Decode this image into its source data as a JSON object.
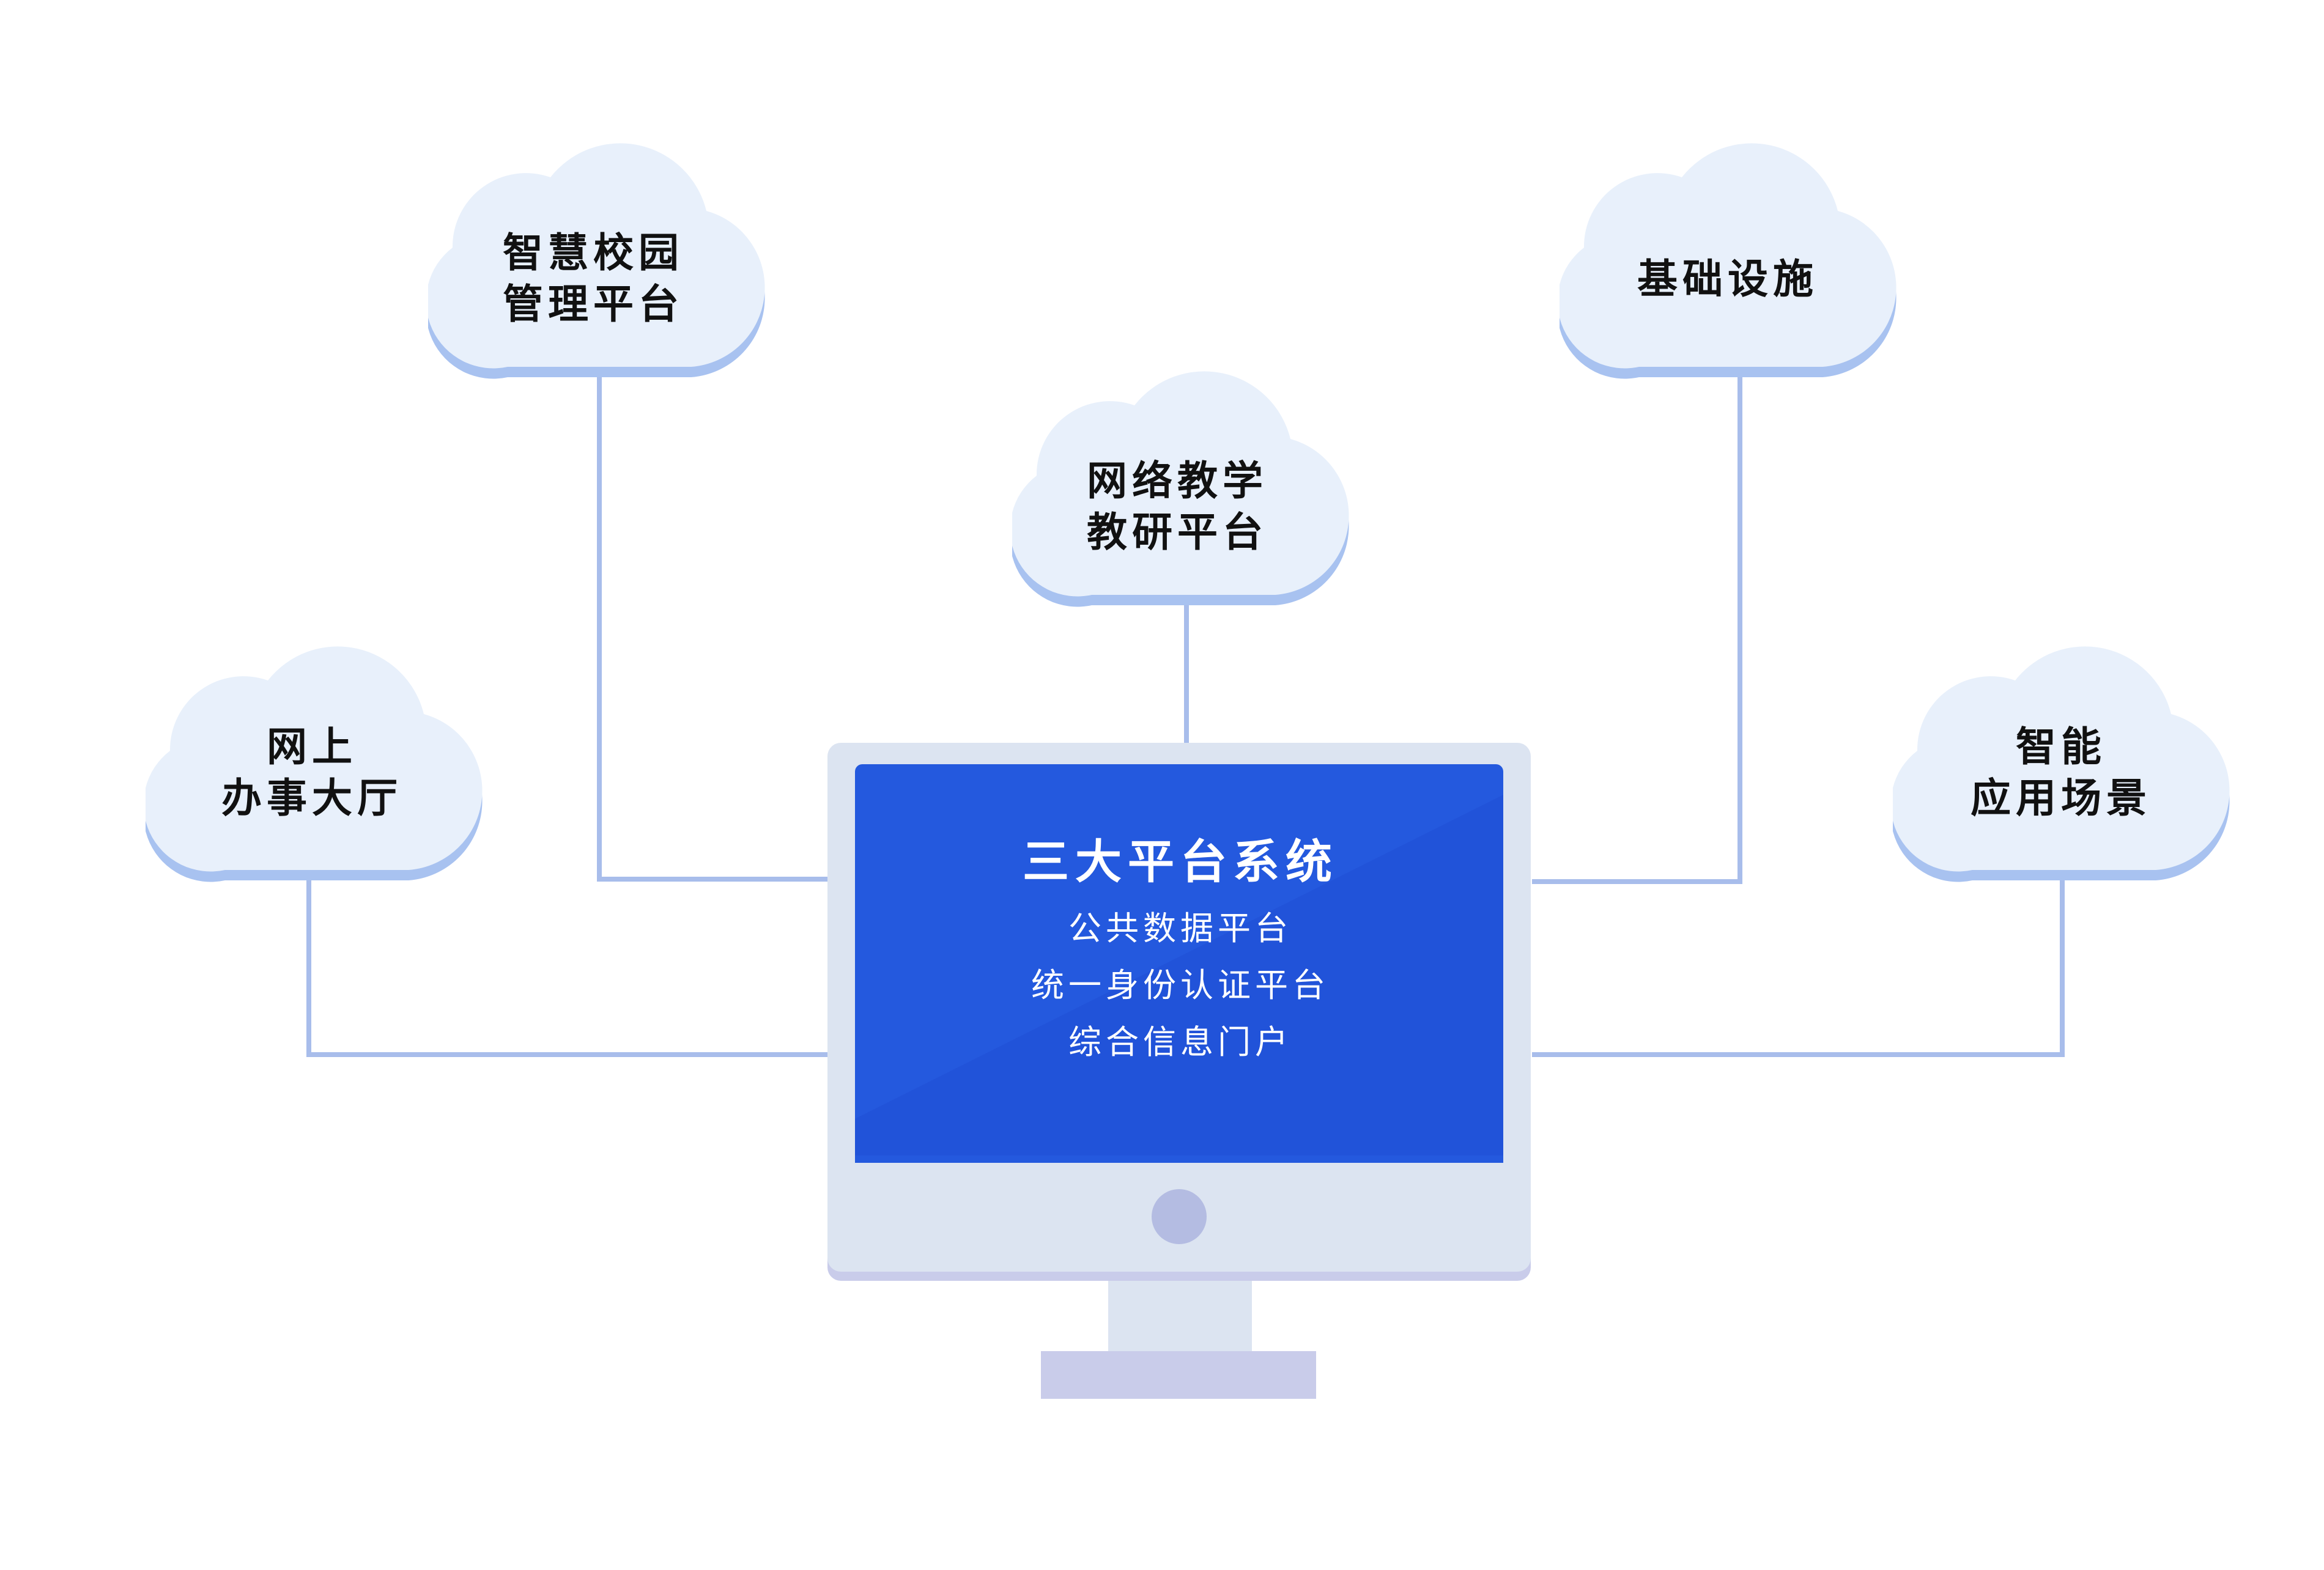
{
  "colors": {
    "cloud_fill": "#E8F0FB",
    "cloud_shadow": "#A8C2F0",
    "connector": "#A8BDEB",
    "screen_blue": "#2459DE",
    "monitor_frame": "#DCE4F1",
    "monitor_base": "#C9CCEA",
    "button": "#B4BCE2"
  },
  "center": {
    "title": "三大平台系统",
    "items": [
      "公共数据平台",
      "统一身份认证平台",
      "综合信息门户"
    ]
  },
  "clouds": {
    "campus": {
      "lines": [
        "智慧校园",
        "管理平台"
      ]
    },
    "teaching": {
      "lines": [
        "网络教学",
        "教研平台"
      ]
    },
    "infrastructure": {
      "lines": [
        "基础设施"
      ]
    },
    "online_hall": {
      "lines": [
        "网上",
        "办事大厅"
      ]
    },
    "smart_scenes": {
      "lines": [
        "智能",
        "应用场景"
      ]
    }
  }
}
